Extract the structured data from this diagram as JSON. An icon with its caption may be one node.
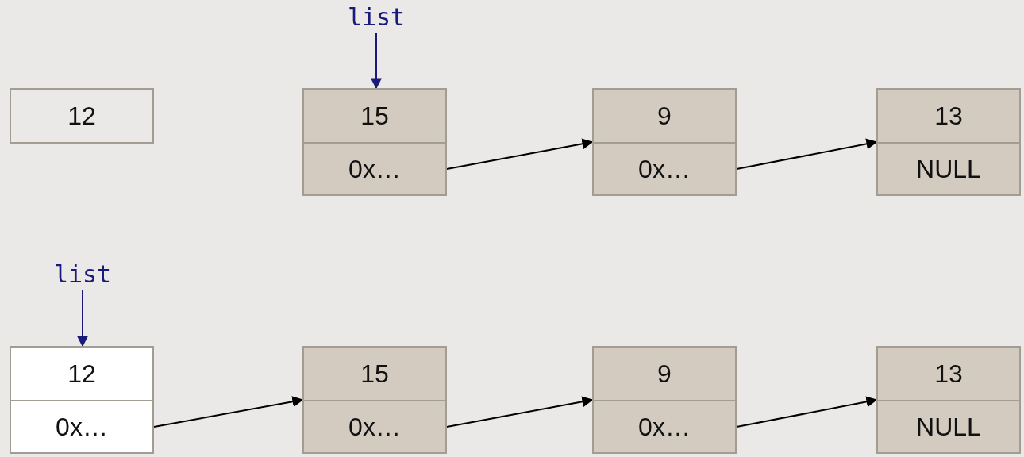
{
  "diagram": {
    "nodes": [
      {
        "text": [
          "list"
        ]
      },
      {
        "text": [
          "12"
        ]
      },
      {
        "text": [
          "15",
          "0x…"
        ]
      },
      {
        "text": [
          "9",
          "0x…"
        ]
      },
      {
        "text": [
          "13",
          "NULL"
        ]
      },
      {
        "text": [
          "list"
        ]
      },
      {
        "text": [
          "12",
          "0x…"
        ]
      },
      {
        "text": [
          "15",
          "0x…"
        ]
      },
      {
        "text": [
          "9",
          "0x…"
        ]
      },
      {
        "text": [
          "13",
          "NULL"
        ]
      }
    ],
    "edges": [
      {
        "from": 0,
        "to": 2,
        "arrow": "to",
        "color": "#1a1a7a"
      },
      {
        "from": 2,
        "to": 3,
        "arrow": "to"
      },
      {
        "from": 3,
        "to": 4,
        "arrow": "to"
      },
      {
        "from": 5,
        "to": 6,
        "arrow": "to",
        "color": "#1a1a7a"
      },
      {
        "from": 6,
        "to": 7,
        "arrow": "to"
      },
      {
        "from": 7,
        "to": 8,
        "arrow": "to"
      },
      {
        "from": 8,
        "to": 9,
        "arrow": "to"
      }
    ]
  }
}
